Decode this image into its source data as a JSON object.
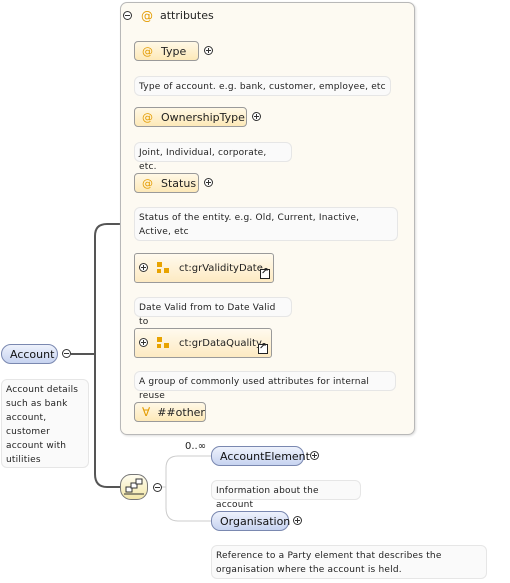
{
  "attributes_panel": {
    "title": "attributes"
  },
  "attributes": [
    {
      "name": "Type",
      "description": "Type of account. e.g. bank, customer, employee, etc"
    },
    {
      "name": "OwnershipType",
      "description": "Joint, Individual, corporate, etc."
    },
    {
      "name": "Status",
      "description": "Status of the entity. e.g. Old, Current, Inactive, Active, etc"
    }
  ],
  "attribute_groups": [
    {
      "name": "ct:grValidityDate",
      "description": "Date Valid from to Date Valid to"
    },
    {
      "name": "ct:grDataQuality",
      "description": "A group of commonly used attributes for internal reuse"
    }
  ],
  "any_attribute": {
    "label": "##other",
    "symbol": "∀"
  },
  "root_element": {
    "name": "Account",
    "description": "Account details such as bank account, customer account with utilities"
  },
  "sequence": {
    "cardinality": "0..∞"
  },
  "children": [
    {
      "name": "AccountElement",
      "description": "Information about the account"
    },
    {
      "name": "Organisation",
      "description": "Reference to a Party element that describes the organisation where the account is held."
    }
  ],
  "symbols": {
    "at": "@"
  }
}
